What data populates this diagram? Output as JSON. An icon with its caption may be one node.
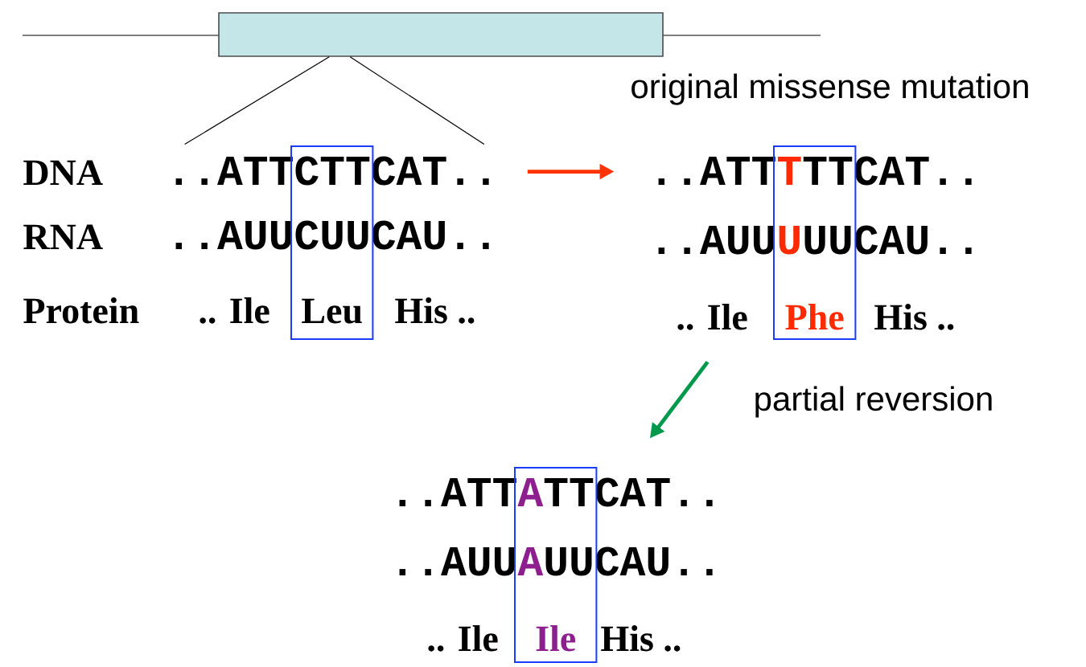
{
  "diagram": {
    "nodes": [
      {
        "text": [],
        "shape": "bar"
      },
      {
        "text": [
          "..ATT",
          "CAT..",
          "..AUU",
          "CAU..",
          ".. Ile",
          "His .."
        ]
      },
      {
        "text": [
          "CTT",
          "CUU",
          "Leu"
        ],
        "in": 1
      },
      {
        "text": [
          "..ATT",
          "CAT..",
          "..AUU",
          "CAU..",
          ".. Ile",
          "His .."
        ]
      },
      {
        "text": [
          "T",
          "TT",
          "U",
          "UU",
          "Phe"
        ],
        "in": 3
      },
      {
        "text": [
          "..ATT",
          "CAT..",
          "..AUU",
          "CAU..",
          ".. Ile",
          "His .."
        ]
      },
      {
        "text": [
          "A",
          "TT",
          "A",
          "UU",
          "Ile"
        ],
        "in": 5
      }
    ],
    "edges": [
      {
        "from": 0,
        "to": 1,
        "arrow": "none"
      },
      {
        "from": 0,
        "to": 1,
        "arrow": "none"
      },
      {
        "from": 1,
        "to": 3,
        "arrow": "to",
        "style": "thick",
        "color": "#ff3300"
      },
      {
        "from": 3,
        "to": 5,
        "arrow": "to",
        "style": "thick",
        "color": "#00994c",
        "label": "partial reversion"
      }
    ],
    "labels": [
      "original missense mutation",
      "DNA",
      "RNA",
      "Protein"
    ]
  }
}
